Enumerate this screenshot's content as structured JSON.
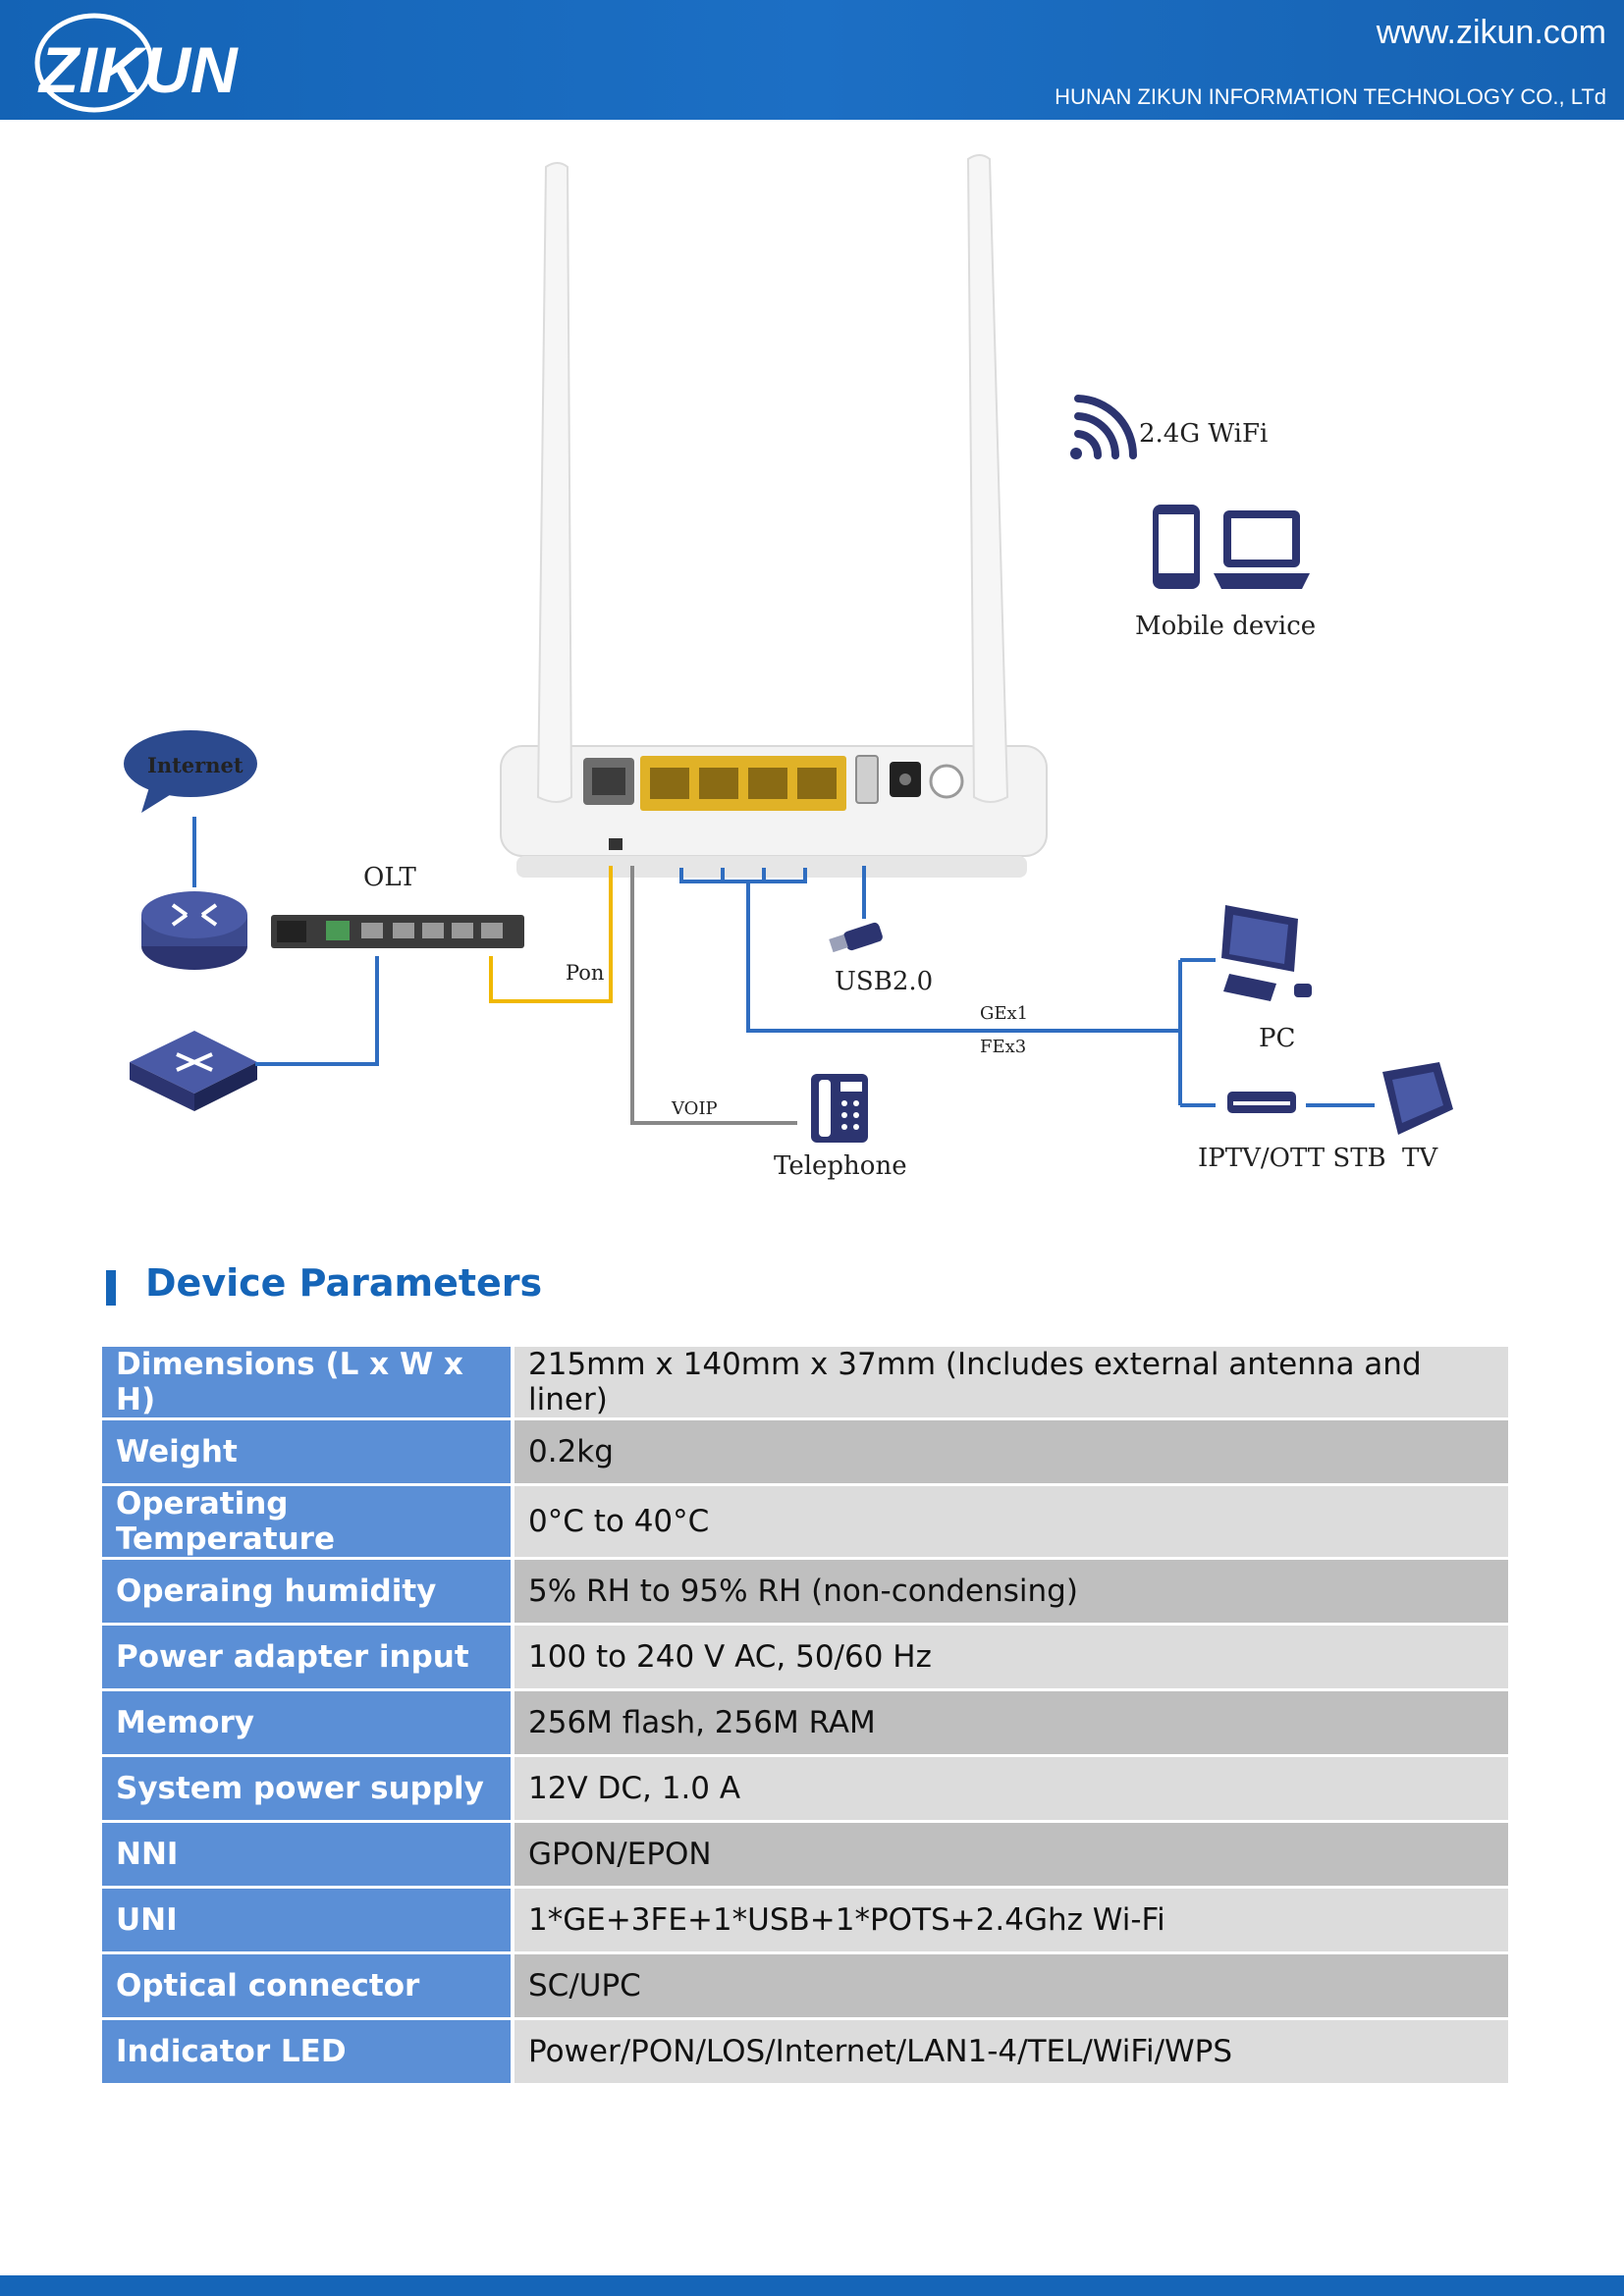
{
  "header": {
    "logo_text": "ZIKUN",
    "url": "www.zikun.com",
    "company": "HUNAN ZIKUN INFORMATION TECHNOLOGY CO., LTd"
  },
  "diagram": {
    "wifi_label": "2.4G WiFi",
    "mobile_label": "Mobile device",
    "internet_label": "Internet",
    "olt_label": "OLT",
    "pon_label": "Pon",
    "usb_label": "USB2.0",
    "ge_label": "GEx1",
    "fe_label": "FEx3",
    "pc_label": "PC",
    "voip_label": "VOIP",
    "telephone_label": "Telephone",
    "iptv_label": "IPTV/OTT STB",
    "tv_label": "TV"
  },
  "section": {
    "title": "Device Parameters"
  },
  "params": [
    {
      "key": "Dimensions (L x W x H)",
      "value": "215mm x 140mm x 37mm (Includes external antenna and liner)"
    },
    {
      "key": "Weight",
      "value": "0.2kg"
    },
    {
      "key": "Operating Temperature",
      "value": "0°C to 40°C"
    },
    {
      "key": "Operaing humidity",
      "value": "5% RH to 95% RH (non-condensing)"
    },
    {
      "key": "Power adapter input",
      "value": "100 to 240 V AC, 50/60 Hz"
    },
    {
      "key": "Memory",
      "value": "256M flash, 256M RAM"
    },
    {
      "key": "System power supply",
      "value": "12V DC, 1.0 A"
    },
    {
      "key": "NNI",
      "value": "GPON/EPON"
    },
    {
      "key": "UNI",
      "value": "1*GE+3FE+1*USB+1*POTS+2.4Ghz Wi-Fi"
    },
    {
      "key": "Optical connector",
      "value": "SC/UPC"
    },
    {
      "key": "Indicator LED",
      "value": "Power/PON/LOS/Internet/LAN1-4/TEL/WiFi/WPS"
    }
  ],
  "colors": {
    "brand_blue": "#1565b8",
    "key_cell": "#5b8fd6",
    "port_yellow": "#e0b227",
    "link_blue": "#2f6dc0",
    "pon_yellow": "#f0b800",
    "voip_gray": "#888888",
    "device_navy": "#2c3470"
  }
}
